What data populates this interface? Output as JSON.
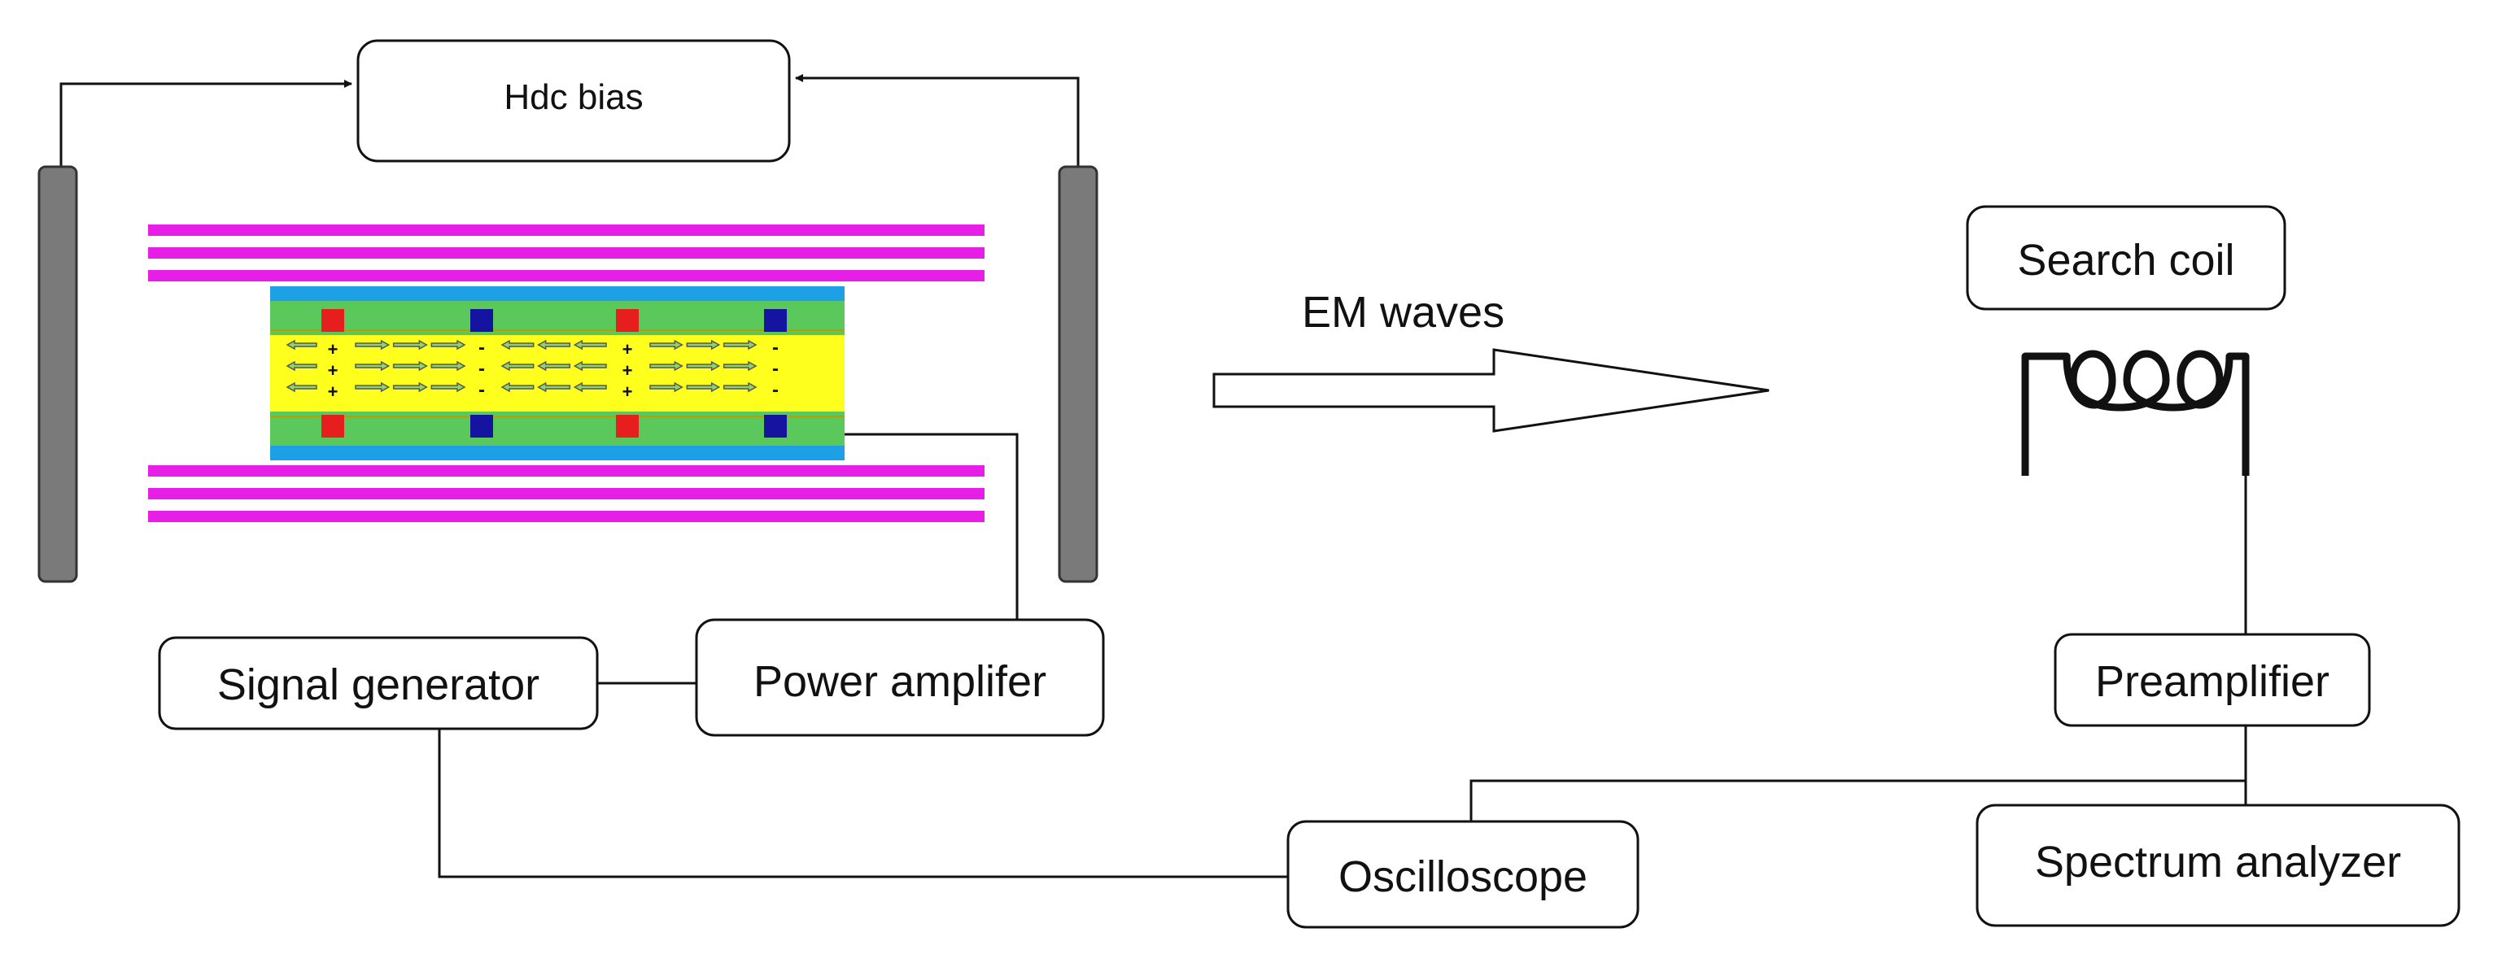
{
  "labels": {
    "hdc_bias": "Hdc bias",
    "em_waves": "EM waves",
    "search_coil": "Search coil",
    "signal_generator": "Signal generator",
    "power_amplifier": "Power amplifer",
    "preamplifier": "Preamplifier",
    "oscilloscope": "Oscilloscope",
    "spectrum_analyzer": "Spectrum analyzer"
  },
  "device": {
    "left_charge": "+",
    "right_charge": "-"
  },
  "colors": {
    "coil_stripes": "#e61ee6",
    "outer_layer": "#1ea0e6",
    "green_layer": "#5ac85a",
    "core_layer": "#ffff1e",
    "red_electrode": "#e61e1e",
    "blue_electrode": "#1414a0",
    "magnet_bar": "#7a7a7a",
    "wire": "#111111",
    "arrow_fill": "#8fd46a"
  }
}
